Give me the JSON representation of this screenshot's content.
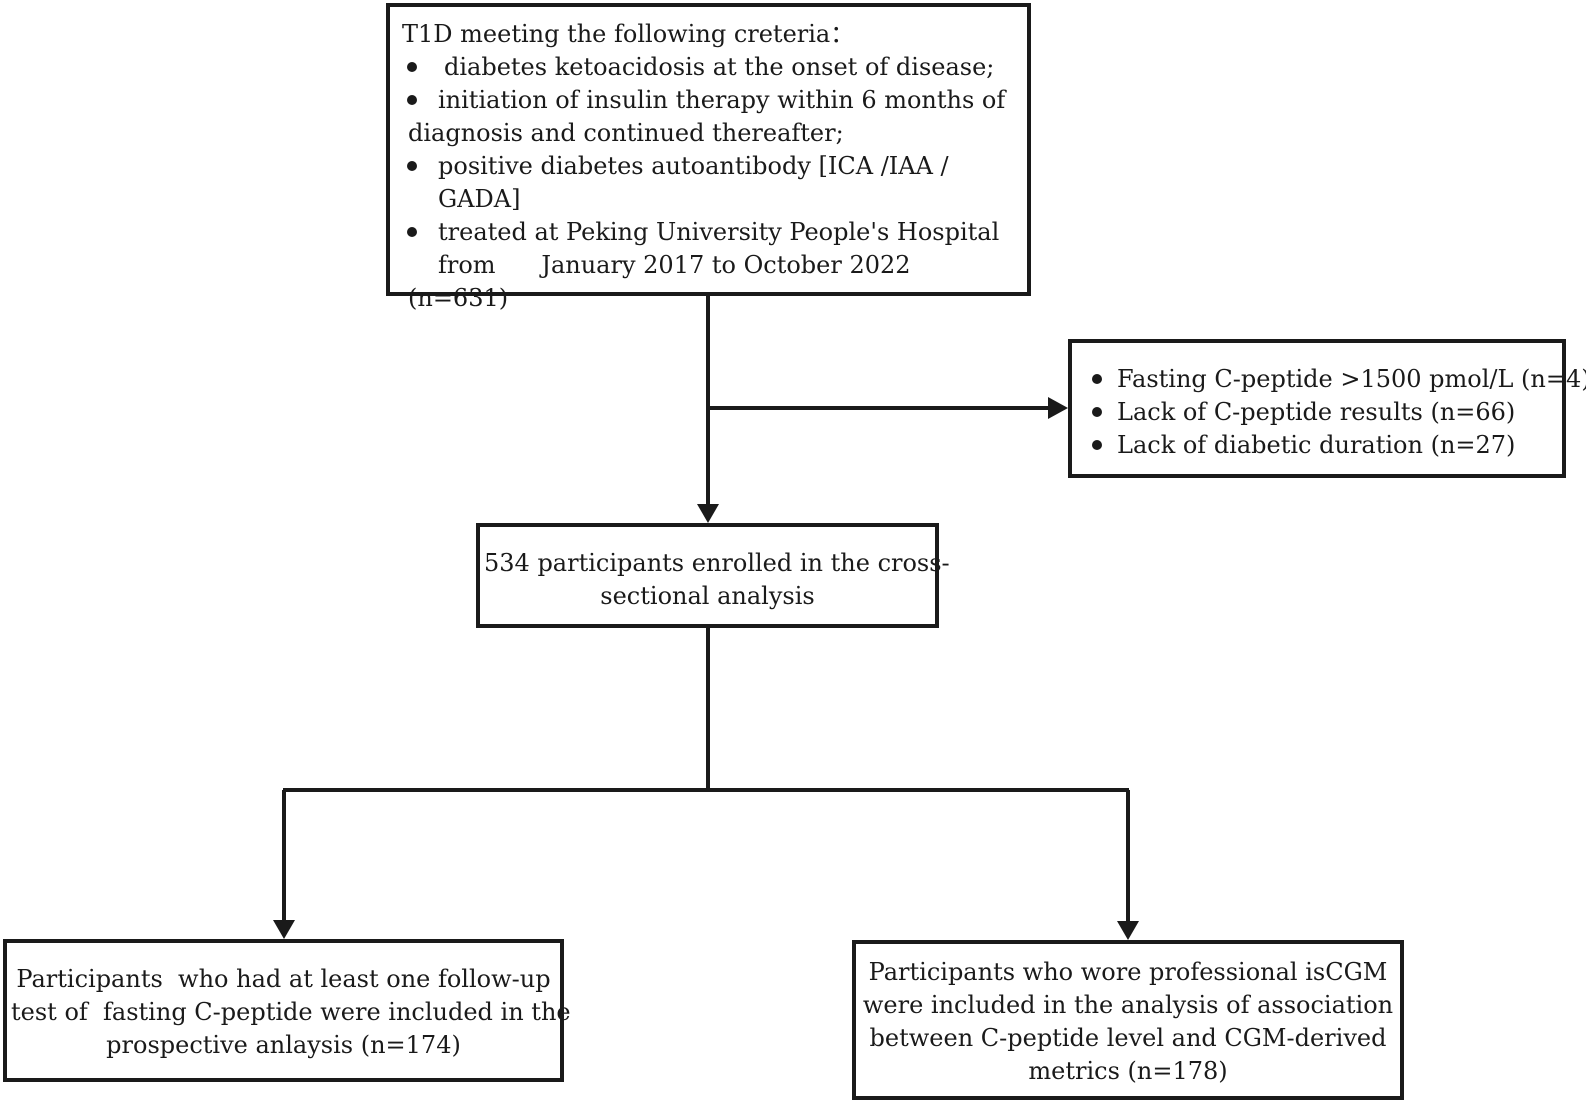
{
  "criteria_box": {
    "title": "T1D  meeting the following creteria：",
    "items": [
      {
        "lines": [
          "diabetes ketoacidosis at the onset of disease;"
        ]
      },
      {
        "lines": [
          "initiation of insulin therapy within 6 months of",
          "diagnosis and continued thereafter;"
        ]
      },
      {
        "lines": [
          "positive diabetes autoantibody [ICA /IAA / GADA]"
        ]
      },
      {
        "lines": [
          "treated at Peking University People's Hospital",
          "from      January 2017 to October 2022"
        ]
      }
    ],
    "count": "(n=631)"
  },
  "exclusions_box": {
    "items": [
      "Fasting C-peptide >1500 pmol/L (n=4)",
      "Lack of C-peptide results (n=66)",
      "Lack of diabetic duration (n=27)"
    ]
  },
  "enrolled_box": {
    "lines": [
      "534 participants enrolled in the cross-",
      "sectional analysis"
    ]
  },
  "prospective_box": {
    "lines": [
      "Participants  who had at least one follow-up",
      "test of  fasting C-peptide were included in the",
      "prospective anlaysis (n=174)"
    ]
  },
  "iscgm_box": {
    "lines": [
      "Participants who wore professional isCGM",
      "were included in the analysis of association",
      "between C-peptide level and CGM-derived",
      "metrics (n=178)"
    ]
  },
  "colors": {
    "line": "#1a1a1a",
    "background": "#ffffff"
  }
}
